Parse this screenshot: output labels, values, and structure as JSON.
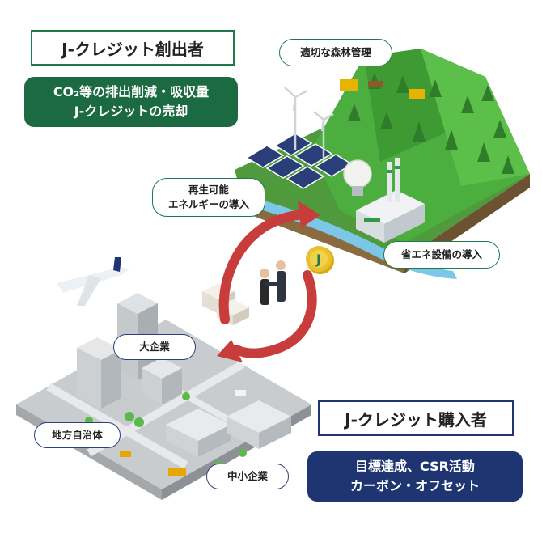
{
  "creator": {
    "title": "J-クレジット創出者",
    "info_line1": "CO₂等の排出削減・吸収量",
    "info_line2": "J-クレジットの売却"
  },
  "buyer": {
    "title": "J-クレジット購入者",
    "info_line1": "目標達成、CSR活動",
    "info_line2": "カーボン・オフセット"
  },
  "labels": {
    "forest": "適切な森林管理",
    "renewable_line1": "再生可能",
    "renewable_line2": "エネルギーの導入",
    "energy_saving": "省エネ設備の導入",
    "large_company": "大企業",
    "local_gov": "地方自治体",
    "sme": "中小企業"
  },
  "coin_letter": "J",
  "colors": {
    "green": "#1e7a4a",
    "dark_green_box": "#1b6a41",
    "navy_box": "#1f3572",
    "arrow_red": "#c83c3c",
    "coin": "#e8c22a"
  }
}
